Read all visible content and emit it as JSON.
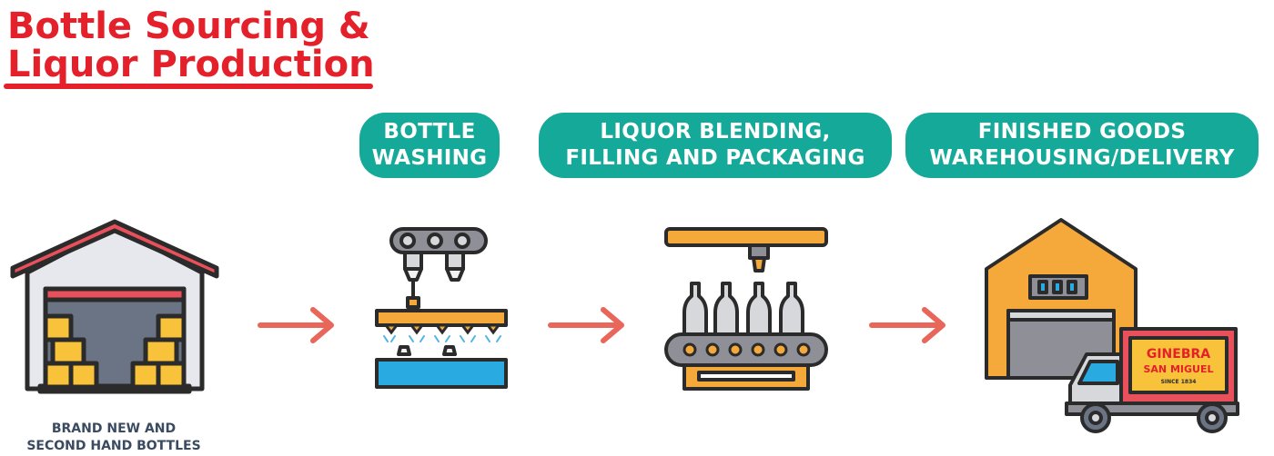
{
  "title": {
    "line1": "Bottle Sourcing &",
    "line2": "Liquor Production",
    "color": "#e4202b"
  },
  "steps": [
    {
      "line1": "BOTTLE",
      "line2": "WASHING"
    },
    {
      "line1": "LIQUOR BLENDING,",
      "line2": "FILLING AND PACKAGING"
    },
    {
      "line1": "FINISHED GOODS",
      "line2": "WAREHOUSING/DELIVERY"
    }
  ],
  "source": {
    "line1": "BRAND NEW AND",
    "line2": "SECOND HAND BOTTLES",
    "icon": "warehouse-with-boxes-icon"
  },
  "icons": [
    "warehouse-with-boxes-icon",
    "bottle-washing-machine-icon",
    "conveyor-bottling-icon",
    "warehouse-delivery-truck-icon"
  ],
  "truck": {
    "brand_line1": "GINEBRA",
    "brand_line2": "SAN MIGUEL",
    "brand_line3": "SINCE 1834"
  },
  "colors": {
    "pill": "#15a99a",
    "arrow": "#e8665a",
    "accent_red": "#e4202b",
    "orange": "#f6a93b",
    "water": "#29abe2"
  }
}
